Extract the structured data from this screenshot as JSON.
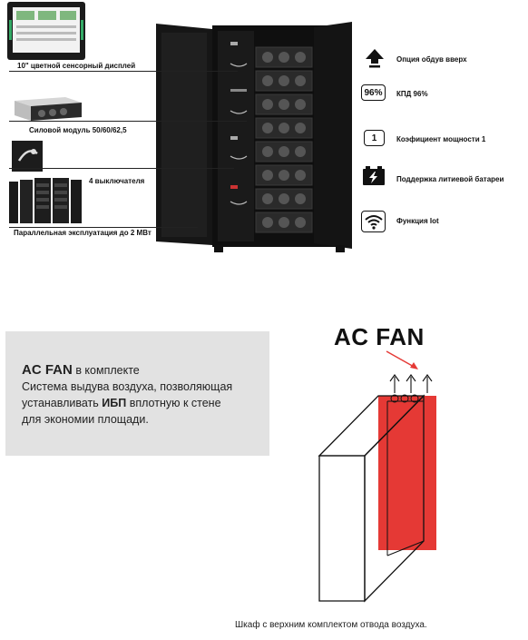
{
  "left_labels": {
    "display": "10\" цветной сенсорный дисплей",
    "power_module": "Силовой модуль 50/60/62,5",
    "switches": "4 выключателя",
    "parallel": "Параллельная эксплуатация до 2 МВт"
  },
  "features": [
    {
      "icon": "arrow-up-icon",
      "label": "Опция обдув вверх"
    },
    {
      "icon": "efficiency-badge",
      "badge": "96%",
      "label": "КПД 96%"
    },
    {
      "icon": "power-factor-badge",
      "badge": "1",
      "label": "Коэфициент мощности 1"
    },
    {
      "icon": "battery-icon",
      "label": "Поддержка литиевой батареи"
    },
    {
      "icon": "wifi-icon",
      "label": "Функция Iot"
    }
  ],
  "panel": {
    "brand": "AC FAN",
    "line1_rest": " в комплекте",
    "line2": "Система выдува воздуха, позволяющая",
    "line3_pre": "устанавливать ",
    "line3_bold": "ИБП",
    "line3_post": " вплотную к стене",
    "line4": "для экономии площади."
  },
  "diagram": {
    "title": "AC FAN",
    "caption": "Шкаф с верхним комплектом отвода воздуха.",
    "accent": "#e53935"
  }
}
